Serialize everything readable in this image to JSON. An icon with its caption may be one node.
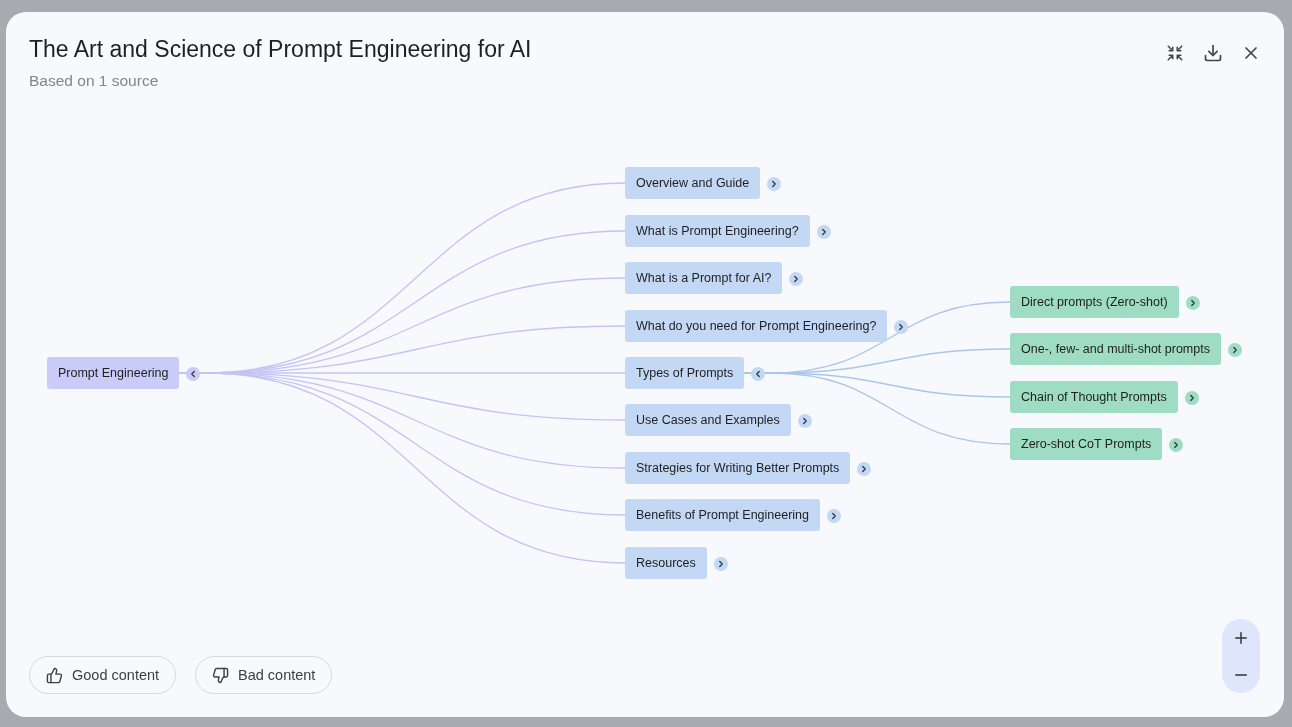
{
  "diagram": {
    "title": "The Art and Science of Prompt Engineering for AI",
    "nodes": [
      {
        "text": [
          "Prompt Engineering"
        ]
      },
      {
        "text": [
          "Overview and Guide"
        ]
      },
      {
        "text": [
          "What is Prompt Engineering?"
        ]
      },
      {
        "text": [
          "What is a Prompt for AI?"
        ]
      },
      {
        "text": [
          "What do you need for Prompt Engineering?"
        ]
      },
      {
        "text": [
          "Types of Prompts"
        ]
      },
      {
        "text": [
          "Use Cases and Examples"
        ]
      },
      {
        "text": [
          "Strategies for Writing Better Prompts"
        ]
      },
      {
        "text": [
          "Benefits of Prompt Engineering"
        ]
      },
      {
        "text": [
          "Resources"
        ]
      },
      {
        "text": [
          "Direct prompts (Zero-shot)"
        ]
      },
      {
        "text": [
          "One-, few- and multi-shot prompts"
        ]
      },
      {
        "text": [
          "Chain of Thought Prompts"
        ]
      },
      {
        "text": [
          "Zero-shot CoT Prompts"
        ]
      }
    ],
    "edges": [
      {
        "from": 0,
        "to": 1,
        "arrow": "none"
      },
      {
        "from": 0,
        "to": 2,
        "arrow": "none"
      },
      {
        "from": 0,
        "to": 3,
        "arrow": "none"
      },
      {
        "from": 0,
        "to": 4,
        "arrow": "none"
      },
      {
        "from": 0,
        "to": 5,
        "arrow": "none"
      },
      {
        "from": 0,
        "to": 6,
        "arrow": "none"
      },
      {
        "from": 0,
        "to": 7,
        "arrow": "none"
      },
      {
        "from": 0,
        "to": 8,
        "arrow": "none"
      },
      {
        "from": 0,
        "to": 9,
        "arrow": "none"
      },
      {
        "from": 5,
        "to": 10,
        "arrow": "none",
        "color": "#aac6e8"
      },
      {
        "from": 5,
        "to": 11,
        "arrow": "none",
        "color": "#aac6e8"
      },
      {
        "from": 5,
        "to": 12,
        "arrow": "none",
        "color": "#aac6e8"
      },
      {
        "from": 5,
        "to": 13,
        "arrow": "none",
        "color": "#aac6e8"
      }
    ],
    "labels": [
      "Based on 1 source",
      "Good content",
      "Bad content"
    ]
  }
}
